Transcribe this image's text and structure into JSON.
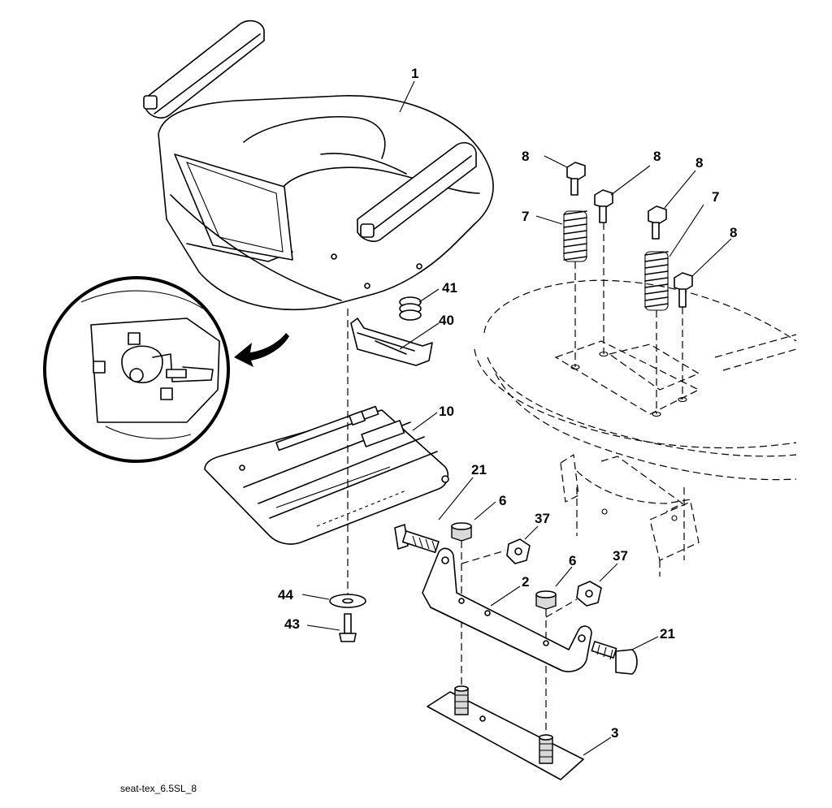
{
  "diagram": {
    "caption": "seat-tex_6.5SL_8",
    "labels": {
      "seat": "1",
      "bracket": "2",
      "base_plate": "3",
      "nut_left": "6",
      "nut_right": "6",
      "spring_left": "7",
      "spring_right": "7",
      "bolt_a": "8",
      "bolt_b": "8",
      "bolt_c": "8",
      "bolt_d": "8",
      "seat_pan": "10",
      "knob_left": "21",
      "knob_right": "21",
      "locknut_left": "37",
      "locknut_right": "37",
      "clip": "40",
      "small_spring": "41",
      "screw": "43",
      "washer": "44"
    }
  }
}
